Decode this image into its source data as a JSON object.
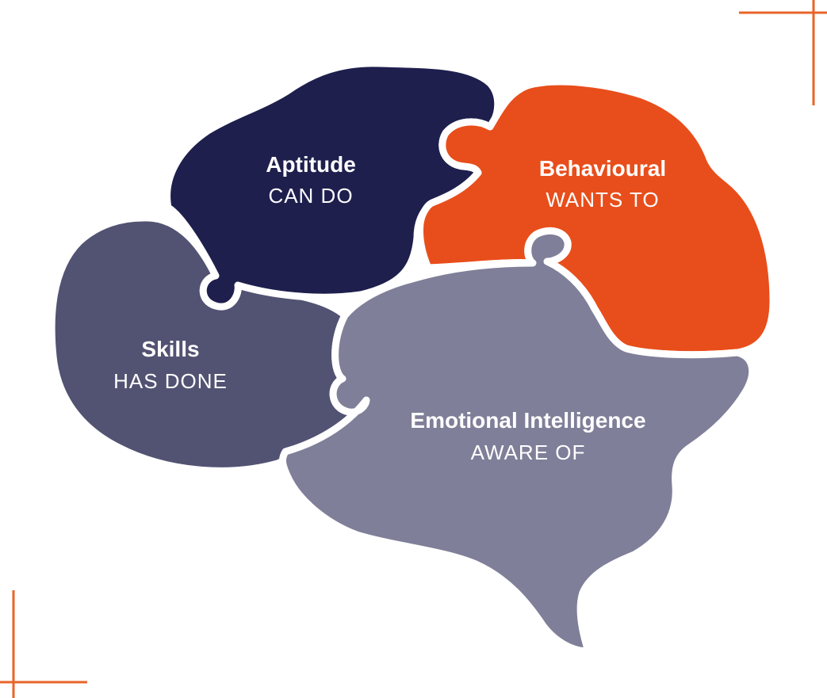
{
  "colors": {
    "aptitude": "#1e1f4d",
    "behavioural": "#e84e1b",
    "skills": "#525273",
    "emotional_intelligence": "#7f7f99",
    "accent_lines": "#e8642a",
    "text": "#ffffff",
    "background": "#ffffff"
  },
  "pieces": {
    "aptitude": {
      "title": "Aptitude",
      "subtitle": "CAN DO"
    },
    "behavioural": {
      "title": "Behavioural",
      "subtitle": "WANTS TO"
    },
    "skills": {
      "title": "Skills",
      "subtitle": "HAS DONE"
    },
    "emotional_intelligence": {
      "title": "Emotional Intelligence",
      "subtitle": "AWARE OF"
    }
  }
}
